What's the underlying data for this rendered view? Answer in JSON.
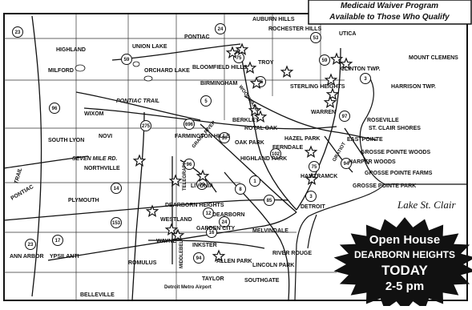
{
  "banner": {
    "line1": "Medicaid Waiver Program",
    "line2": "Available to Those Who Qualify"
  },
  "lake": "Lake St. Clair",
  "open_house": {
    "line1": "Open House",
    "line2": "DEARBORN HEIGHTS",
    "line3": "TODAY",
    "line4": "2-5 pm"
  },
  "places": {
    "auburn_hills": "AUBURN HILLS",
    "rochester_hills": "ROCHESTER HILLS",
    "utica": "UTICA",
    "highland": "HIGHLAND",
    "union_lake": "UNION LAKE",
    "pontiac": "PONTIAC",
    "clinton_twp": "CLINTON TWP.",
    "mount_clemens": "MOUNT CLEMENS",
    "troy": "TROY",
    "milford": "MILFORD",
    "orchard_lake": "ORCHARD LAKE",
    "bloomfield_hills": "BLOOMFIELD HILLS",
    "harrison_twp": "HARRISON TWP.",
    "birmingham": "BIRMINGHAM",
    "sterling_heights": "STERLING HEIGHTS",
    "pontiac_trail": "PONTIAC TRAIL",
    "wixom": "WIXOM",
    "warren": "WARREN",
    "roseville": "ROSEVILLE",
    "berkley": "BERKLEY",
    "royal_oak": "ROYAL OAK",
    "st_clair_shores": "ST. CLAIR SHORES",
    "novi": "NOVI",
    "farmington_hills": "FARMINGTON HILLS",
    "south_lyon": "SOUTH LYON",
    "oak_park": "OAK PARK",
    "hazel_park": "HAZEL PARK",
    "ferndale": "FERNDALE",
    "eastpointe": "EASTPOINTE",
    "seven_mile_rd": "SEVEN MILE RD.",
    "northville": "NORTHVILLE",
    "highland_park": "HIGHLAND PARK",
    "grosse_pointe_woods": "GROSSE POINTE WOODS",
    "harper_woods": "HARPER WOODS",
    "grosse_pointe_farms": "GROSSE POINTE FARMS",
    "hamtramck": "HAMTRAMCK",
    "grosse_pointe_park": "GROSSE POINTE PARK",
    "livonia": "LIVONIA",
    "plymouth": "PLYMOUTH",
    "detroit": "DETROIT",
    "dearborn_heights": "DEARBORN HEIGHTS",
    "westland": "WESTLAND",
    "dearborn": "DEARBORN",
    "garden_city": "GARDEN CITY",
    "inkster": "INKSTER",
    "wayne": "WAYNE",
    "melvindale": "MELVINDALE",
    "ann_arbor": "ANN ARBOR",
    "ypsilanti": "YPSILANTI",
    "river_rouge": "RIVER ROUGE",
    "allen_park": "ALLEN PARK",
    "lincoln_park": "LINCOLN PARK",
    "romulus": "ROMULUS",
    "taylor": "TAYLOR",
    "southgate": "SOUTHGATE",
    "metro_airport": "Detroit Metro Airport",
    "belleville": "BELLEVILLE",
    "telegraph": "TELEGRAPH",
    "middlebelt": "MIDDLEBELT",
    "grand_river": "GRAND RIVER",
    "gratiot": "GRATIOT",
    "woodward": "WOODWARD",
    "trail": "TRAIL",
    "pontiac_lower": "PONTIAC"
  },
  "routes": {
    "r23a": "23",
    "r59": "59",
    "r24": "24",
    "r75a": "75",
    "r53": "53",
    "r3": "3",
    "r59b": "59",
    "r5": "5",
    "r696": "696",
    "r97": "97",
    "r96": "96",
    "r275": "275",
    "r10": "10",
    "r102": "102",
    "r94a": "94",
    "r14": "14",
    "r39": "39",
    "r96b": "96",
    "r8": "8",
    "r3b": "3",
    "r153": "153",
    "r12": "12",
    "r23b": "23",
    "r17": "17",
    "r24b": "24",
    "r94b": "94",
    "r85": "85",
    "r75b": "75",
    "r75c": "75",
    "r1": "1",
    "r16": "16"
  }
}
